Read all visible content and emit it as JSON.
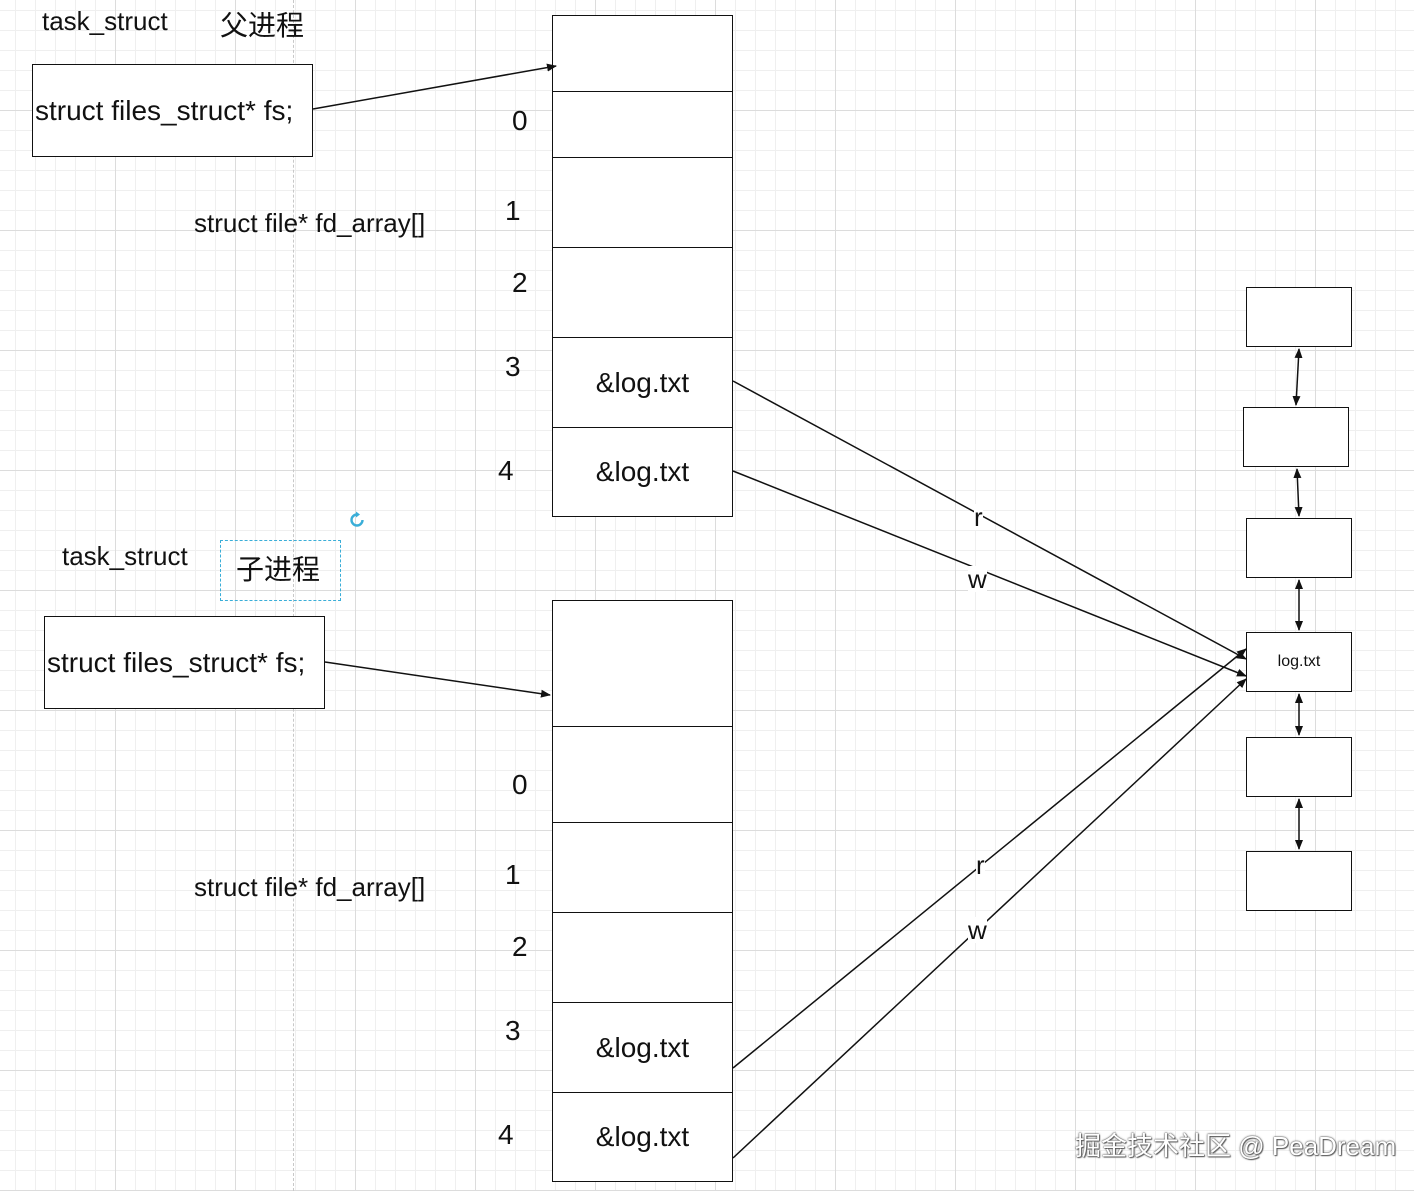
{
  "parent": {
    "task_struct_label": "task_struct",
    "process_label": "父进程",
    "fs_field": "struct files_struct* fs;",
    "fd_array_label": "struct file* fd_array[]",
    "indices": [
      "0",
      "1",
      "2",
      "3",
      "4"
    ],
    "cells": [
      "",
      "",
      "",
      "",
      "&log.txt",
      "&log.txt"
    ]
  },
  "child": {
    "task_struct_label": "task_struct",
    "process_label": "子进程",
    "fs_field": "struct files_struct* fs;",
    "fd_array_label": "struct file* fd_array[]",
    "indices": [
      "0",
      "1",
      "2",
      "3",
      "4"
    ],
    "cells": [
      "",
      "",
      "",
      "",
      "&log.txt",
      "&log.txt"
    ]
  },
  "edge_labels": {
    "parent_read": "r",
    "parent_write": "w",
    "child_read": "r",
    "child_write": "w"
  },
  "file_list": {
    "nodes": [
      "",
      "",
      "",
      "log.txt",
      "",
      ""
    ]
  },
  "icons": {
    "selection_handle": "rotate-icon"
  },
  "colors": {
    "selection": "#3aaed8",
    "line": "#111111"
  },
  "watermark": "掘金技术社区 @ PeaDream"
}
